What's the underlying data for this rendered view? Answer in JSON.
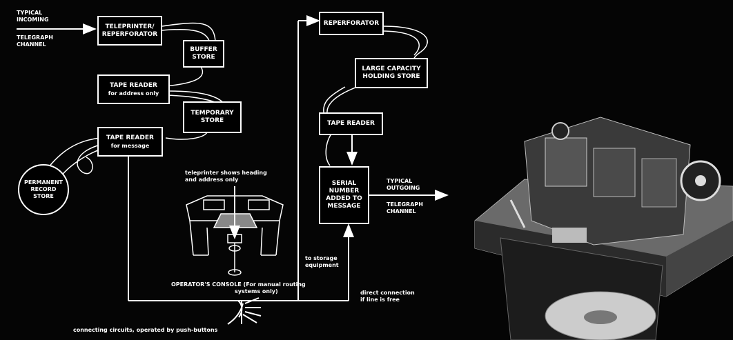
{
  "incoming": [
    "TYPICAL",
    "INCOMING",
    "TELEGRAPH",
    "CHANNEL"
  ],
  "boxes": {
    "teleprinter": [
      "TELEPRINTER/",
      "REPERFORATOR"
    ],
    "buffer": [
      "BUFFER",
      "STORE"
    ],
    "reader_address": [
      "TAPE READER",
      "for address only"
    ],
    "temporary": [
      "TEMPORARY",
      "STORE"
    ],
    "reader_message": [
      "TAPE READER",
      "for message"
    ],
    "permanent": [
      "PERMANENT",
      "RECORD",
      "STORE"
    ],
    "reperforator": [
      "REPERFORATOR"
    ],
    "large_capacity": [
      "LARGE CAPACITY",
      "HOLDING STORE"
    ],
    "tape_reader_right": [
      "TAPE READER"
    ],
    "serial": [
      "SERIAL",
      "NUMBER",
      "ADDED TO",
      "MESSAGE"
    ]
  },
  "outgoing": [
    "TYPICAL",
    "OUTGOING",
    "TELEGRAPH",
    "CHANNEL"
  ],
  "notes": {
    "teleprinter_shows": [
      "teleprinter shows heading",
      "and address only"
    ],
    "console": [
      "OPERATOR'S CONSOLE (For manual routing",
      "systems only)"
    ],
    "storage": [
      "to storage",
      "equipment"
    ],
    "direct": [
      "direct connection",
      "if line is free"
    ],
    "connecting": "connecting circuits, operated by push-buttons"
  },
  "colors": {
    "background": "#050505",
    "line": "#ffffff"
  }
}
